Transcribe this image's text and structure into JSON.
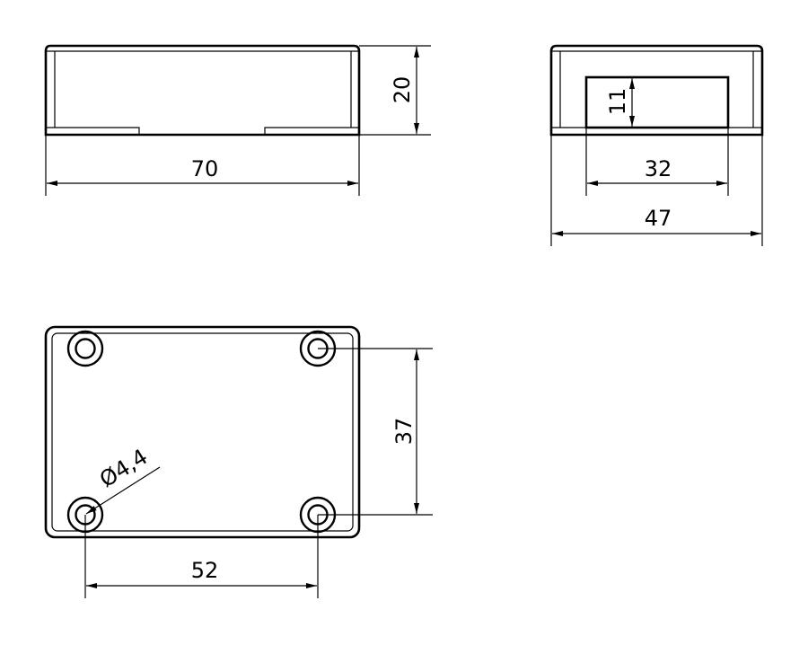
{
  "dimensions": {
    "front_width": "70",
    "front_height": "20",
    "side_width": "47",
    "side_opening_width": "32",
    "side_opening_height": "11",
    "bottom_hole_spacing_x": "52",
    "bottom_hole_spacing_y": "37",
    "hole_diameter": "Ø4,4"
  },
  "colors": {
    "line": "#000000",
    "background": "#ffffff"
  }
}
